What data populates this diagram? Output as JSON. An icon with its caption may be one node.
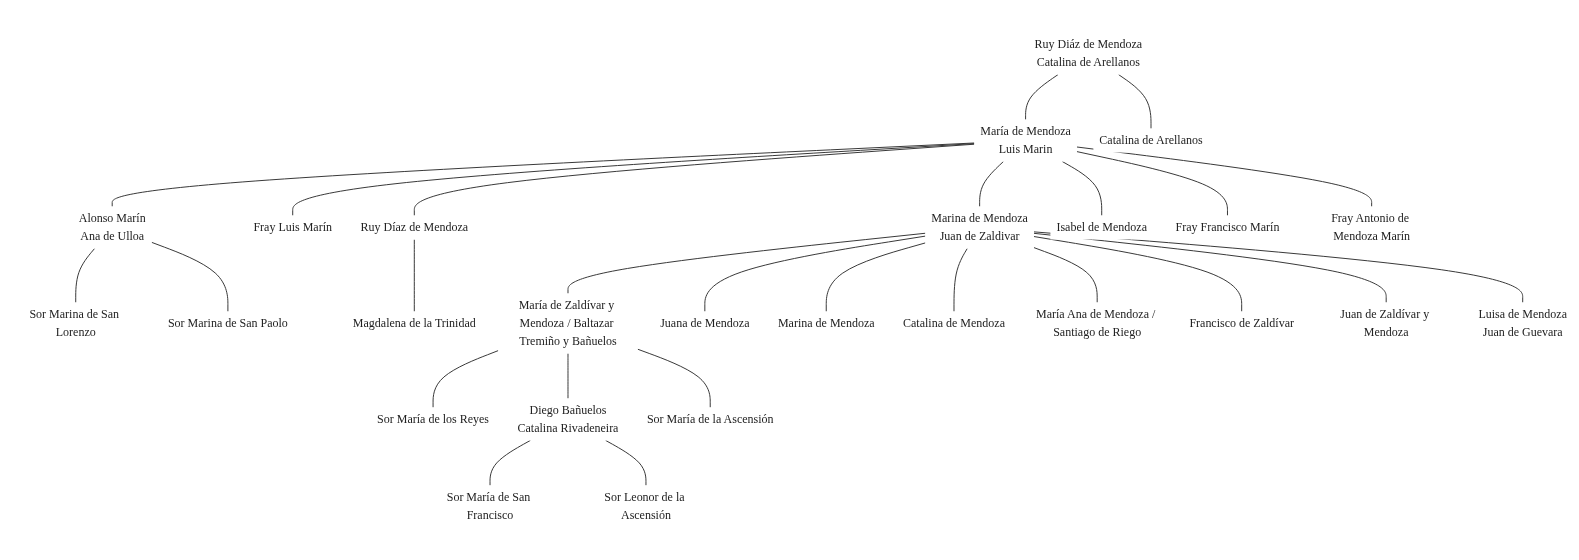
{
  "diagram": {
    "nodes": [
      {
        "text": [
          "Ruy Diáz de Mendoza",
          "Catalina de Arellanos"
        ]
      },
      {
        "text": [
          "María de Mendoza",
          "Luis Marin"
        ]
      },
      {
        "text": [
          "Catalina de Arellanos"
        ]
      },
      {
        "text": [
          "Alonso Marín",
          "Ana de Ulloa"
        ]
      },
      {
        "text": [
          "Fray Luis Marín"
        ]
      },
      {
        "text": [
          "Ruy Díaz de Mendoza"
        ]
      },
      {
        "text": [
          "Marina de Mendoza",
          "Juan de Zaldivar"
        ]
      },
      {
        "text": [
          "Isabel de Mendoza"
        ]
      },
      {
        "text": [
          "Fray Francisco Marín"
        ]
      },
      {
        "text": [
          "Fray Antonio de Mendoza Marín"
        ]
      },
      {
        "text": [
          "Sor Marina de San Lorenzo"
        ]
      },
      {
        "text": [
          "Sor Marina de San Paolo"
        ]
      },
      {
        "text": [
          "Magdalena de la Trinidad"
        ]
      },
      {
        "text": [
          "María de Zaldívar y Mendoza / Baltazar Tremiño y Bañuelos"
        ]
      },
      {
        "text": [
          "Juana de Mendoza"
        ]
      },
      {
        "text": [
          "Marina de Mendoza"
        ]
      },
      {
        "text": [
          "Catalina de Mendoza"
        ]
      },
      {
        "text": [
          "María Ana de Mendoza / Santiago de Riego"
        ]
      },
      {
        "text": [
          "Francisco de Zaldívar"
        ]
      },
      {
        "text": [
          "Juan de Zaldívar y Mendoza"
        ]
      },
      {
        "text": [
          "Luisa de Mendoza",
          "Juan de Guevara"
        ]
      },
      {
        "text": [
          "Sor María de los Reyes"
        ]
      },
      {
        "text": [
          "Diego Bañuelos",
          "Catalina Rivadeneira"
        ]
      },
      {
        "text": [
          "Sor María de la Ascensión"
        ]
      },
      {
        "text": [
          "Sor María de San Francisco"
        ]
      },
      {
        "text": [
          "Sor Leonor de la Ascensión"
        ]
      }
    ],
    "edges": [
      {
        "from": 0,
        "to": 1,
        "arrow": "none"
      },
      {
        "from": 0,
        "to": 2,
        "arrow": "none"
      },
      {
        "from": 1,
        "to": 3,
        "arrow": "none"
      },
      {
        "from": 1,
        "to": 4,
        "arrow": "none"
      },
      {
        "from": 1,
        "to": 5,
        "arrow": "none"
      },
      {
        "from": 1,
        "to": 6,
        "arrow": "none"
      },
      {
        "from": 1,
        "to": 7,
        "arrow": "none"
      },
      {
        "from": 1,
        "to": 8,
        "arrow": "none"
      },
      {
        "from": 1,
        "to": 9,
        "arrow": "none"
      },
      {
        "from": 3,
        "to": 10,
        "arrow": "none"
      },
      {
        "from": 3,
        "to": 11,
        "arrow": "none"
      },
      {
        "from": 5,
        "to": 12,
        "arrow": "none"
      },
      {
        "from": 6,
        "to": 13,
        "arrow": "none"
      },
      {
        "from": 6,
        "to": 14,
        "arrow": "none"
      },
      {
        "from": 6,
        "to": 15,
        "arrow": "none"
      },
      {
        "from": 6,
        "to": 16,
        "arrow": "none"
      },
      {
        "from": 6,
        "to": 17,
        "arrow": "none"
      },
      {
        "from": 6,
        "to": 18,
        "arrow": "none"
      },
      {
        "from": 6,
        "to": 19,
        "arrow": "none"
      },
      {
        "from": 6,
        "to": 20,
        "arrow": "none"
      },
      {
        "from": 13,
        "to": 21,
        "arrow": "none"
      },
      {
        "from": 13,
        "to": 22,
        "arrow": "none"
      },
      {
        "from": 13,
        "to": 23,
        "arrow": "none"
      },
      {
        "from": 22,
        "to": 24,
        "arrow": "none"
      },
      {
        "from": 22,
        "to": 25,
        "arrow": "none"
      }
    ]
  }
}
